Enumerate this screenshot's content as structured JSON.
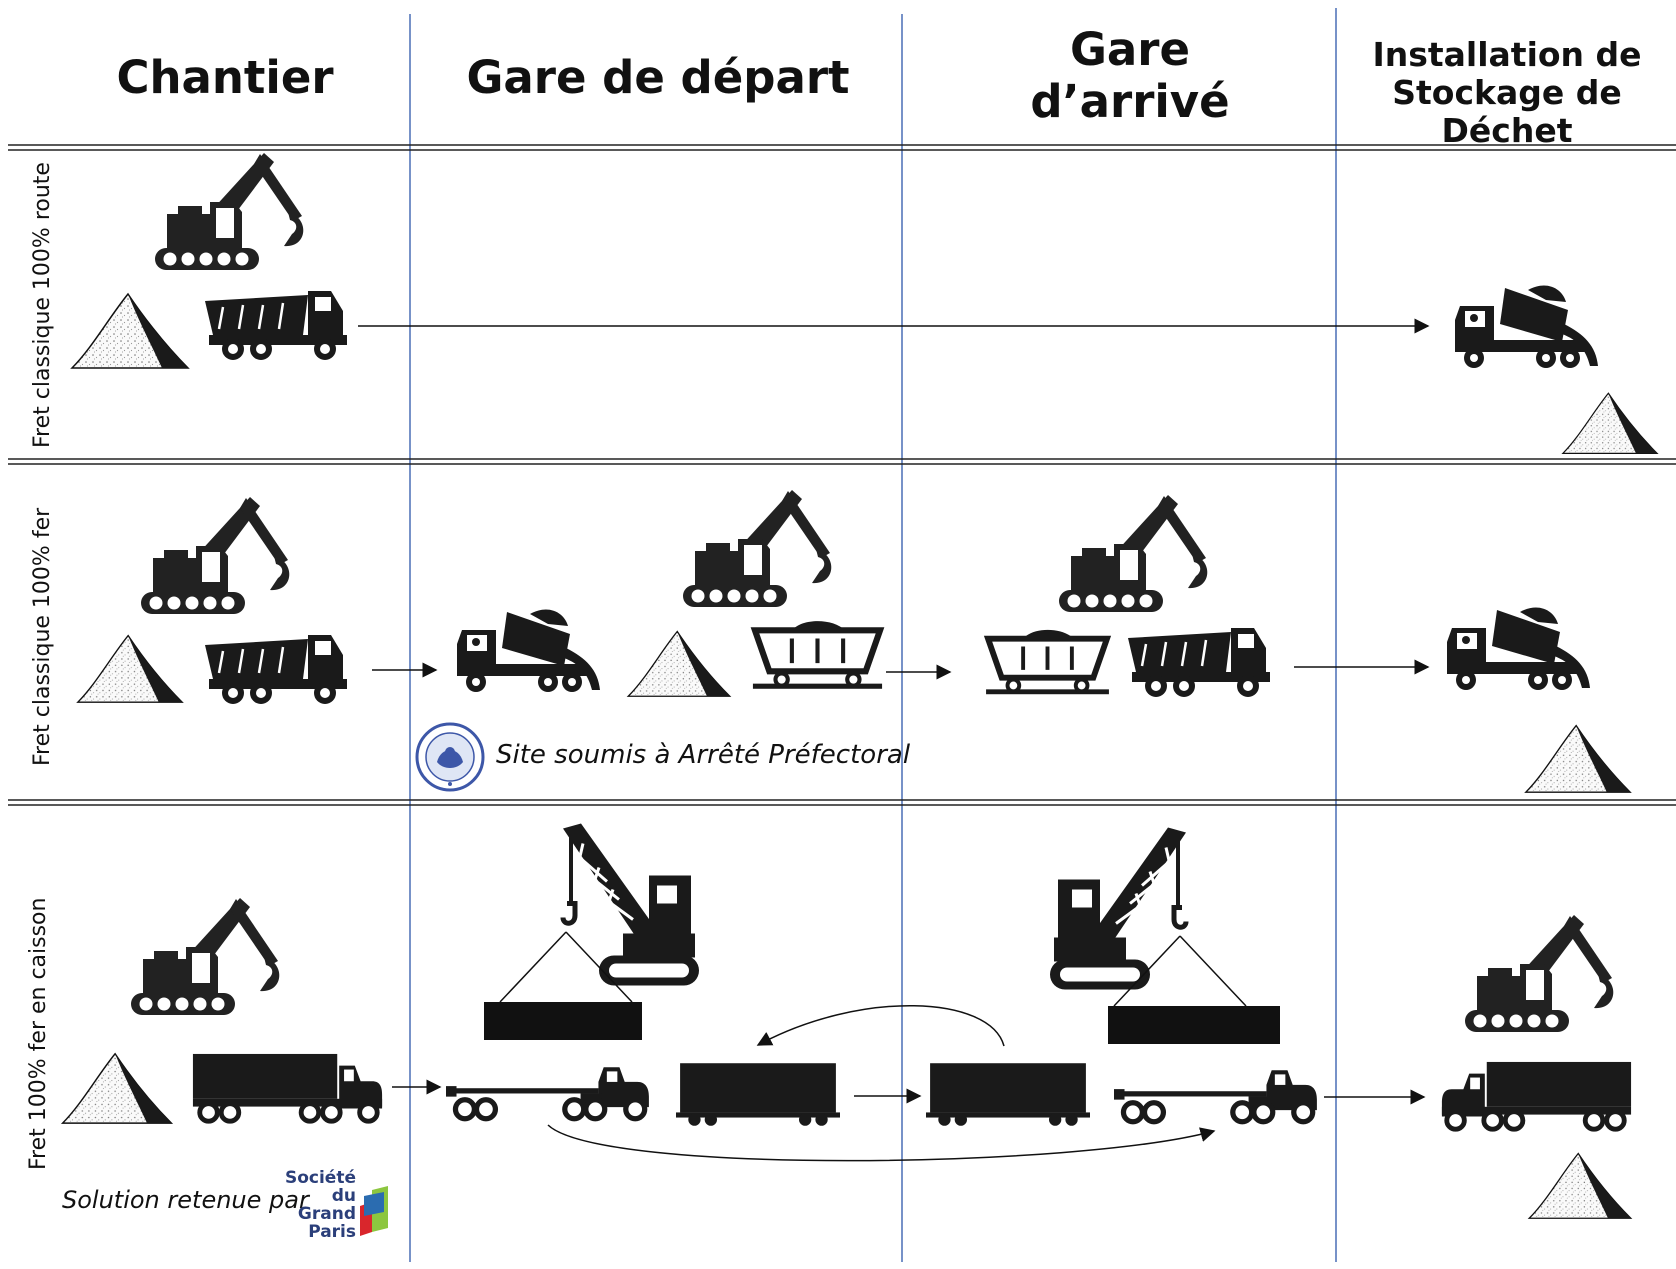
{
  "columns": [
    {
      "label": "Chantier"
    },
    {
      "label": "Gare de départ"
    },
    {
      "label": "Gare d’arrivé"
    },
    {
      "label": "Installation de Stockage de Déchet"
    }
  ],
  "rows": [
    {
      "label": "Fret classique 100% route"
    },
    {
      "label": "Fret classique 100% fer"
    },
    {
      "label": "Fret 100% fer en caisson"
    }
  ],
  "notes": {
    "prefecture": "Site soumis à Arrêté Préfectoral",
    "solution": "Solution retenue par",
    "sgp_logo_text": "Société du Grand Paris"
  },
  "icons": {
    "excavator": "excavator-icon",
    "pile": "debris-pile-icon",
    "dump_truck": "dump-truck-icon",
    "tipping_truck": "tipping-truck-icon",
    "hopper_wagon": "hopper-wagon-icon",
    "crane": "crawler-crane-icon",
    "container": "container-box-icon",
    "flatbed_truck": "flatbed-truck-icon",
    "box_truck": "box-truck-icon",
    "rail_wagon": "container-wagon-icon",
    "seal": "prefecture-seal-icon",
    "logo": "societe-grand-paris-logo-icon"
  },
  "colors": {
    "divider": "#4a6fb5",
    "ink": "#111111",
    "sgp_blue": "#2b3f7a",
    "sgp_green": "#8cc63f",
    "sgp_red": "#d9262c"
  }
}
